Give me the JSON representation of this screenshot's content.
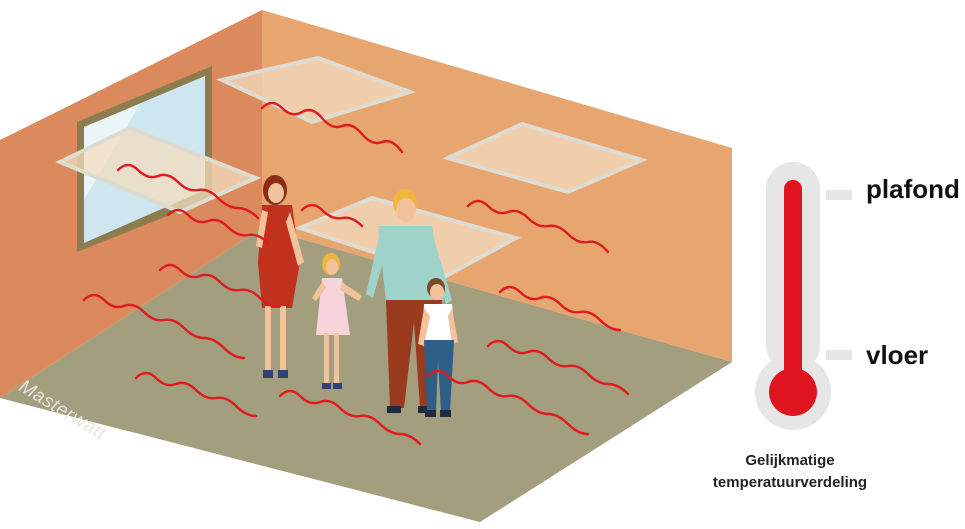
{
  "thermometer": {
    "top_label": "plafond",
    "bottom_label": "vloer",
    "caption_line1": "Gelijkmatige",
    "caption_line2": "temperatuurverdeling",
    "fluid_color": "#e0141e",
    "tube_color": "#e6e6e6"
  },
  "watermark": "Masterwatt",
  "colors": {
    "left_wall": "#da8a5c",
    "back_wall": "#e7a56f",
    "floor": "#a39e7e",
    "ceiling_panel": "#f3dcbf",
    "heat_wave": "#e01a1f"
  },
  "figures": [
    "woman",
    "girl",
    "man",
    "boy"
  ]
}
